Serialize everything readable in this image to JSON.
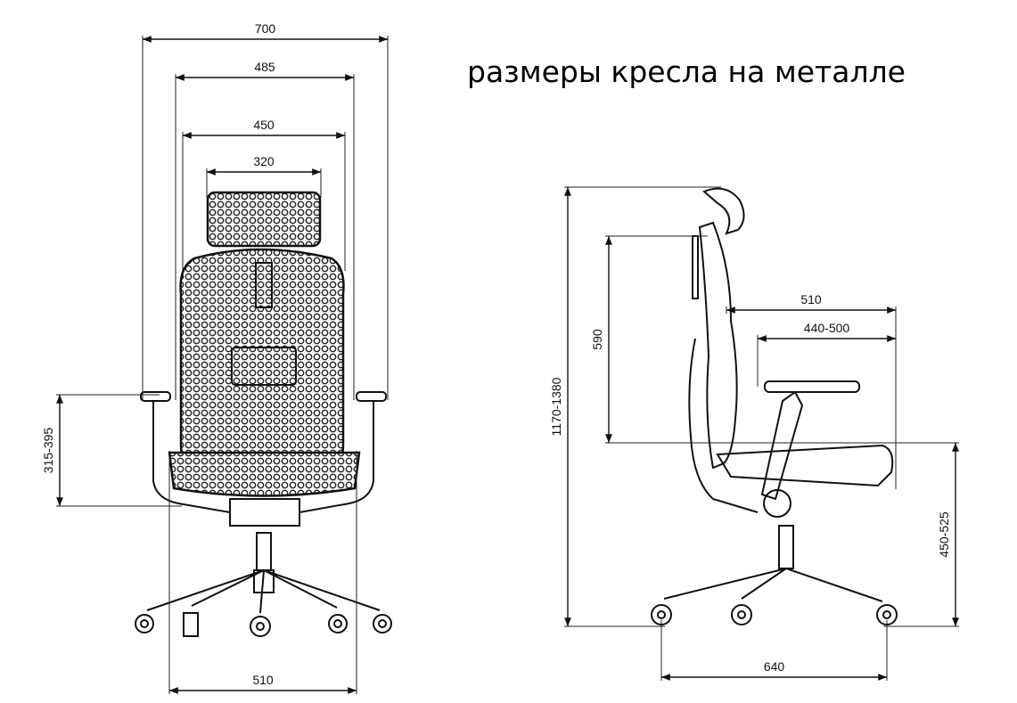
{
  "title": "размеры кресла на металле",
  "front_view": {
    "dimensions": {
      "overall_width": "700",
      "armrest_outer_width": "485",
      "back_width": "450",
      "headrest_width": "320",
      "armrest_height": "315-395",
      "base_width": "510"
    }
  },
  "side_view": {
    "dimensions": {
      "total_height": "1170-1380",
      "back_height": "590",
      "seat_depth": "510",
      "seat_depth_adjust": "440-500",
      "seat_height": "450-525",
      "base_depth": "640"
    }
  }
}
